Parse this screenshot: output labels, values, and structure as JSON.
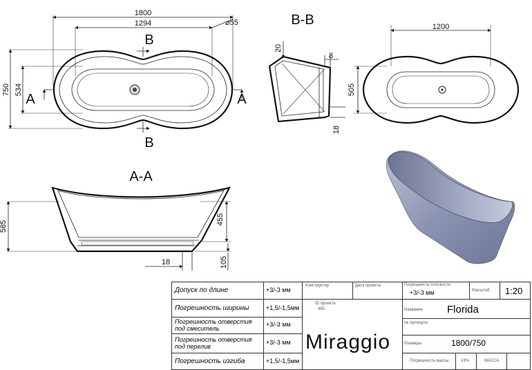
{
  "top_view": {
    "dim_length": "1800",
    "dim_inner_length": "1294",
    "dim_drain": "⌀55",
    "dim_width": "750",
    "dim_inner_width": "534",
    "section_mark_b_top": "B",
    "section_mark_b_bottom": "B",
    "section_mark_a_left": "A",
    "section_mark_a_right": "A"
  },
  "section_bb": {
    "title": "B-B",
    "dim_rim": "20",
    "dim_wall": "8",
    "dim_base": "18"
  },
  "right_view": {
    "dim_length": "1200",
    "dim_width": "505"
  },
  "section_aa": {
    "title": "A-A",
    "dim_height": "585",
    "dim_inner_height": "455",
    "dim_floor": "18",
    "dim_base": "105"
  },
  "title_block": {
    "rows": [
      {
        "label": "Допуск по длине",
        "value": "+3/-3 мм"
      },
      {
        "label": "Погрешность ширины",
        "value": "+1,5/-1,5мм"
      },
      {
        "label": "Погрешность отверстия под смеситель",
        "value": "+3/-3 мм"
      },
      {
        "label": "Погрешность отверстия под перелив",
        "value": "+3/-3 мм"
      },
      {
        "label": "Погрешность изгиба",
        "value": "+1,5/-1,5мм"
      }
    ],
    "designer_label": "Конструктор",
    "date_label": "Дата проекта",
    "id_label": "ID проекта",
    "id_value": "485",
    "brand": "Miraggio",
    "flatness_label": "Погрешность плоскости",
    "flatness_value": "+3/-3 мм",
    "scale_label": "Масштаб",
    "scale_value": "1:20",
    "name_label": "Название",
    "name_value": "Florida",
    "article_label": "№ Артикула",
    "size_label": "Размеры",
    "size_value": "1800/750",
    "mass_error_label": "Погрешность массы",
    "mass_error_value": "±3%",
    "mass_label": "МАССА"
  }
}
